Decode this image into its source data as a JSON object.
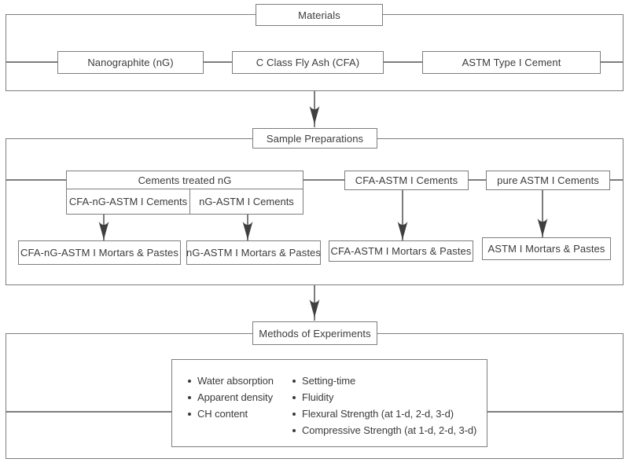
{
  "colors": {
    "border": "#7d7d7d",
    "text": "#3b3b3b",
    "arrow": "#3f3f3f",
    "box_background": "#ffffff"
  },
  "materials": {
    "title": "Materials",
    "items": [
      "Nanographite (nG)",
      "C Class Fly Ash (CFA)",
      "ASTM Type I Cement"
    ]
  },
  "sample_preparations": {
    "title": "Sample Preparations",
    "cements_treated_ng": {
      "label": "Cements treated nG",
      "children": [
        "CFA-nG-ASTM I Cements",
        "nG-ASTM I Cements"
      ]
    },
    "cfa_astm_cements": "CFA-ASTM I Cements",
    "pure_astm_cements": "pure ASTM I Cements",
    "outputs": [
      "CFA-nG-ASTM I Mortars & Pastes",
      "nG-ASTM I Mortars & Pastes",
      "CFA-ASTM I Mortars & Pastes",
      "ASTM I Mortars & Pastes"
    ]
  },
  "methods": {
    "title": "Methods of Experiments",
    "left_items": [
      "Water absorption",
      "Apparent density",
      "CH content"
    ],
    "right_items": [
      "Setting-time",
      "Fluidity",
      "Flexural Strength (at 1-d, 2-d, 3-d)",
      "Compressive Strength (at 1-d, 2-d, 3-d)"
    ]
  }
}
